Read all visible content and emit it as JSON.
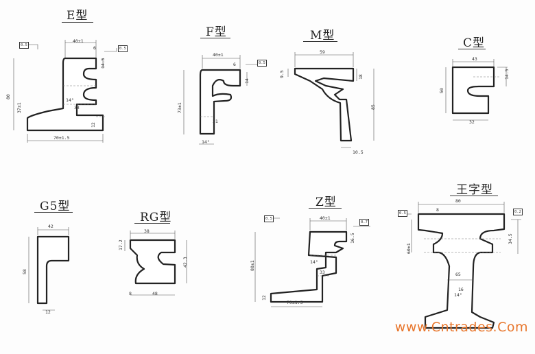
{
  "titles": {
    "e": "E型",
    "f": "F型",
    "m": "M型",
    "c": "C型",
    "g5": "G5型",
    "rg": "RG型",
    "z": "Z型",
    "i": "王字型"
  },
  "dims": {
    "e_width": "40±1",
    "e_6": "6",
    "e_14_5": "14.5",
    "e_80": "80",
    "e_37": "37±1",
    "e_14": "14°",
    "e_33": "33",
    "e_12": "12",
    "e_base": "70±1.5",
    "e_tol1": "0.5",
    "e_tol2": "0.5",
    "f_width": "40±1",
    "f_6": "6",
    "f_14": "14",
    "f_73": "73±1",
    "f_31": "31",
    "f_14b": "14°",
    "f_tol": "0.5",
    "m_59": "59",
    "m_9": "9.5",
    "m_18": "18",
    "m_85": "85",
    "m_10_5": "10.5",
    "c_43": "43",
    "c_14_5": "14.5",
    "c_50": "50",
    "c_32": "32",
    "g5_42": "42",
    "g5_58": "58",
    "g5_12": "12",
    "rg_38": "38",
    "rg_17": "17.2",
    "rg_42": "42.3",
    "rg_48": "48",
    "rg_8": "8",
    "z_width": "40±1",
    "z_16": "16.5",
    "z_80": "80±1",
    "z_14": "14°",
    "z_33": "33",
    "z_12": "12",
    "z_base": "70±1.5",
    "z_tol1": "0.5",
    "z_tol2": "0.7",
    "i_80": "80",
    "i_8": "8",
    "i_34": "34.5",
    "i_65": "65",
    "i_16": "16",
    "i_14": "14°",
    "i_60": "60±1",
    "i_tol1": "0.5",
    "i_tol2": "0.2"
  },
  "watermark": "www.Cntrades.Com"
}
